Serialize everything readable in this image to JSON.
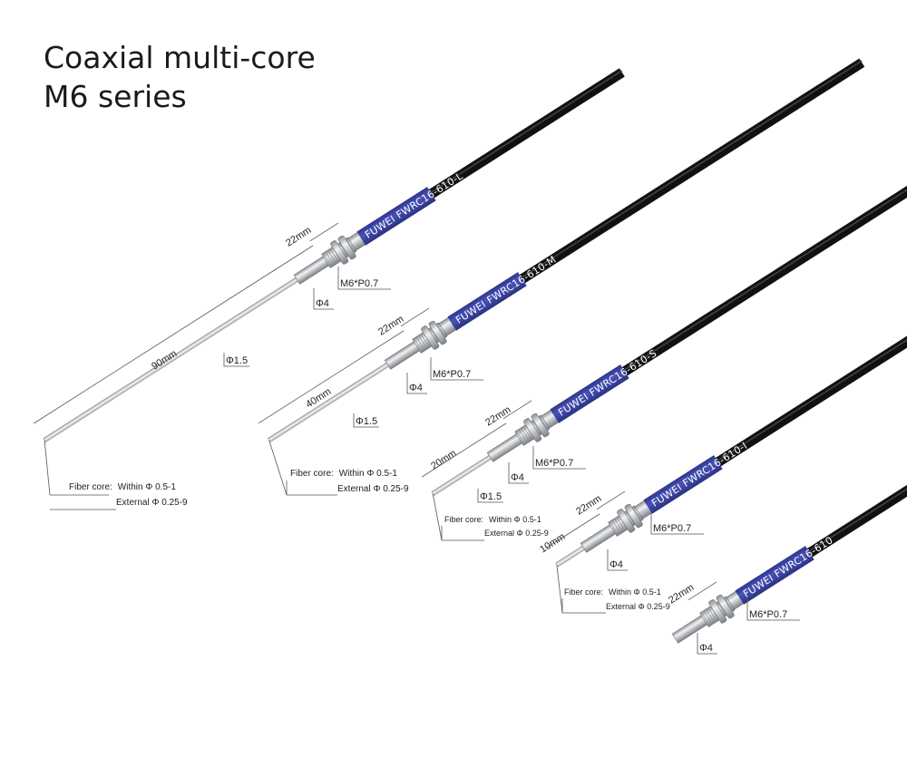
{
  "title": {
    "line1": "Coaxial multi-core",
    "line2": "M6 series"
  },
  "sensors": [
    {
      "model": "FUWEI FWRC16-610-L",
      "thread": "M6*P0.7",
      "head_dia": "Φ4",
      "probe_dia": "Φ1.5",
      "thread_len": "22mm",
      "probe_len": "90mm",
      "core_label": "Fiber core:",
      "core_within": "Within Φ 0.5-1",
      "core_external": "External Φ 0.25-9"
    },
    {
      "model": "FUWEI FWRC16-610-M",
      "thread": "M6*P0.7",
      "head_dia": "Φ4",
      "probe_dia": "Φ1.5",
      "thread_len": "22mm",
      "probe_len": "40mm",
      "core_label": "Fiber core:",
      "core_within": "Within Φ 0.5-1",
      "core_external": "External Φ 0.25-9"
    },
    {
      "model": "FUWEI FWRC16-610-S",
      "thread": "M6*P0.7",
      "head_dia": "Φ4",
      "probe_dia": "Φ1.5",
      "thread_len": "22mm",
      "probe_len": "20mm",
      "core_label": "Fiber core:",
      "core_within": "Within Φ 0.5-1",
      "core_external": "External Φ 0.25-9"
    },
    {
      "model": "FUWEI FWRC16-610-I",
      "thread": "M6*P0.7",
      "head_dia": "Φ4",
      "thread_len": "22mm",
      "probe_len": "10mm",
      "core_label": "Fiber core:",
      "core_within": "Within Φ 0.5-1",
      "core_external": "External Φ 0.25-9"
    },
    {
      "model": "FUWEI FWRC16-610",
      "thread": "M6*P0.7",
      "head_dia": "Φ4",
      "thread_len": "22mm"
    }
  ],
  "colors": {
    "sleeve": "#3f48a6",
    "cable": "#111111",
    "metal": "#c7c9cc"
  }
}
